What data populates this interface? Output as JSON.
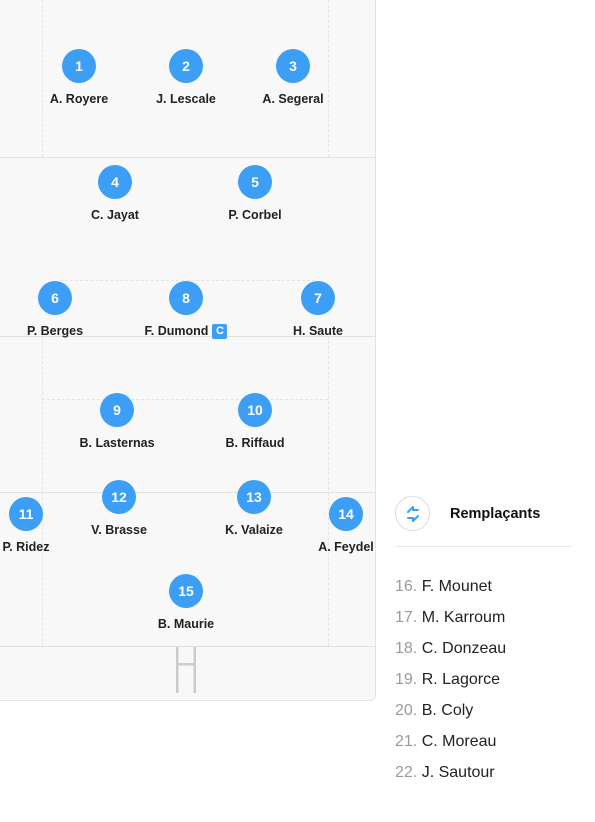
{
  "players": [
    {
      "number": "1",
      "name": "A. Royere"
    },
    {
      "number": "2",
      "name": "J. Lescale"
    },
    {
      "number": "3",
      "name": "A. Segeral"
    },
    {
      "number": "4",
      "name": "C. Jayat"
    },
    {
      "number": "5",
      "name": "P. Corbel"
    },
    {
      "number": "6",
      "name": "P. Berges"
    },
    {
      "number": "8",
      "name": "F. Dumond",
      "captain_badge": "C"
    },
    {
      "number": "7",
      "name": "H. Saute"
    },
    {
      "number": "9",
      "name": "B. Lasternas"
    },
    {
      "number": "10",
      "name": "B. Riffaud"
    },
    {
      "number": "11",
      "name": "P. Ridez"
    },
    {
      "number": "12",
      "name": "V. Brasse"
    },
    {
      "number": "13",
      "name": "K. Valaize"
    },
    {
      "number": "14",
      "name": "A. Feydel"
    },
    {
      "number": "15",
      "name": "B. Maurie"
    }
  ],
  "substitutes": {
    "title": "Remplaçants",
    "icon": "swap-icon",
    "items": [
      {
        "number": "16.",
        "name": "F. Mounet"
      },
      {
        "number": "17.",
        "name": "M. Karroum"
      },
      {
        "number": "18.",
        "name": "C. Donzeau"
      },
      {
        "number": "19.",
        "name": "R. Lagorce"
      },
      {
        "number": "20.",
        "name": "B. Coly"
      },
      {
        "number": "21.",
        "name": "C. Moreau"
      },
      {
        "number": "22.",
        "name": "J. Sautour"
      }
    ]
  },
  "colors": {
    "accent": "#3d9ef6",
    "field": "#f8f8f8",
    "lines": "#e2e2e2"
  }
}
